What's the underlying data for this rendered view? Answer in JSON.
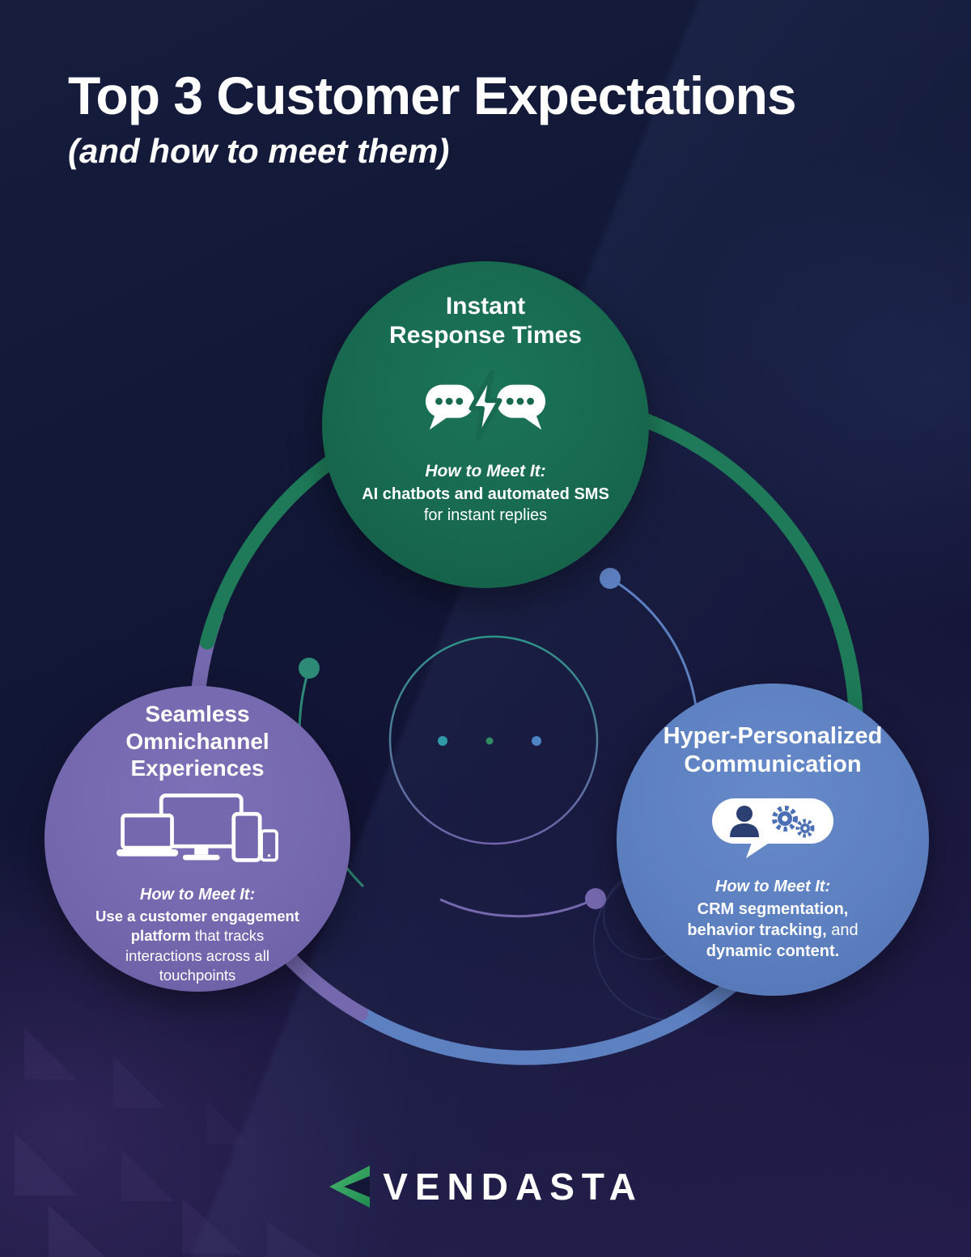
{
  "header": {
    "title": "Top 3 Customer Expectations",
    "subtitle": "(and how to meet them)"
  },
  "cards": {
    "green": {
      "title1": "Instant",
      "title2": "Response Times",
      "how": "How to Meet It:",
      "lines": [
        {
          "bold": "AI chatbots and automated SMS",
          "regular": ""
        },
        {
          "bold": "",
          "regular": "for instant replies"
        }
      ]
    },
    "purple": {
      "title1": "Seamless",
      "title2": "Omnichannel",
      "title3": "Experiences",
      "how": "How to Meet It:",
      "lines": [
        {
          "bold": "Use a customer engagement",
          "regular": ""
        },
        {
          "bold": "platform",
          "regular": " that tracks"
        },
        {
          "bold": "",
          "regular": "interactions across all"
        },
        {
          "bold": "",
          "regular": "touchpoints"
        }
      ]
    },
    "blue": {
      "title1": "Hyper-Personalized",
      "title2": "Communication",
      "how": "How to Meet It:",
      "lines": [
        {
          "bold": "CRM segmentation,",
          "regular": ""
        },
        {
          "bold": "behavior tracking,",
          "regular": " and"
        },
        {
          "bold": "dynamic content.",
          "regular": ""
        }
      ]
    }
  },
  "footer": {
    "brand": "VENDASTA"
  },
  "colors": {
    "background": "#131735",
    "card_green": "#17694f",
    "card_purple": "#7568ae",
    "card_blue": "#5d80c1",
    "brand_green": "#2f9e5d",
    "white": "#ffffff"
  },
  "icons": {
    "green_card": "chat-lightning-icon",
    "purple_card": "devices-icon",
    "blue_card": "person-gears-icon",
    "brand": "vendasta-mark-icon"
  }
}
